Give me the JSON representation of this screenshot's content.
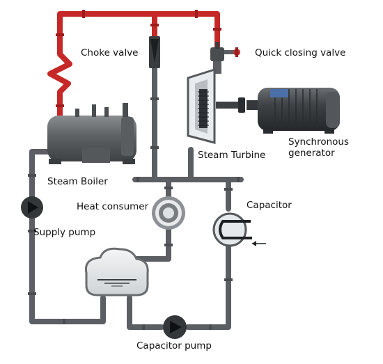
{
  "labels": {
    "choke_valve": "Choke valve",
    "quick_closing_valve": "Quick closing valve",
    "steam_boiler": "Steam Boiler",
    "steam_turbine": "Steam Turbine",
    "synchronous_generator_line1": "Synchronous",
    "synchronous_generator_line2": "generator",
    "heat_consumer": "Heat consumer",
    "capacitor": "Capacitor",
    "supply_pump": "Supply pump",
    "capacitor_pump": "Capacitor pump"
  },
  "colors": {
    "steam_pipe": "#c62828",
    "water_pipe": "#5b5f63",
    "equipment": "#6a6d70",
    "background": "#ffffff"
  }
}
